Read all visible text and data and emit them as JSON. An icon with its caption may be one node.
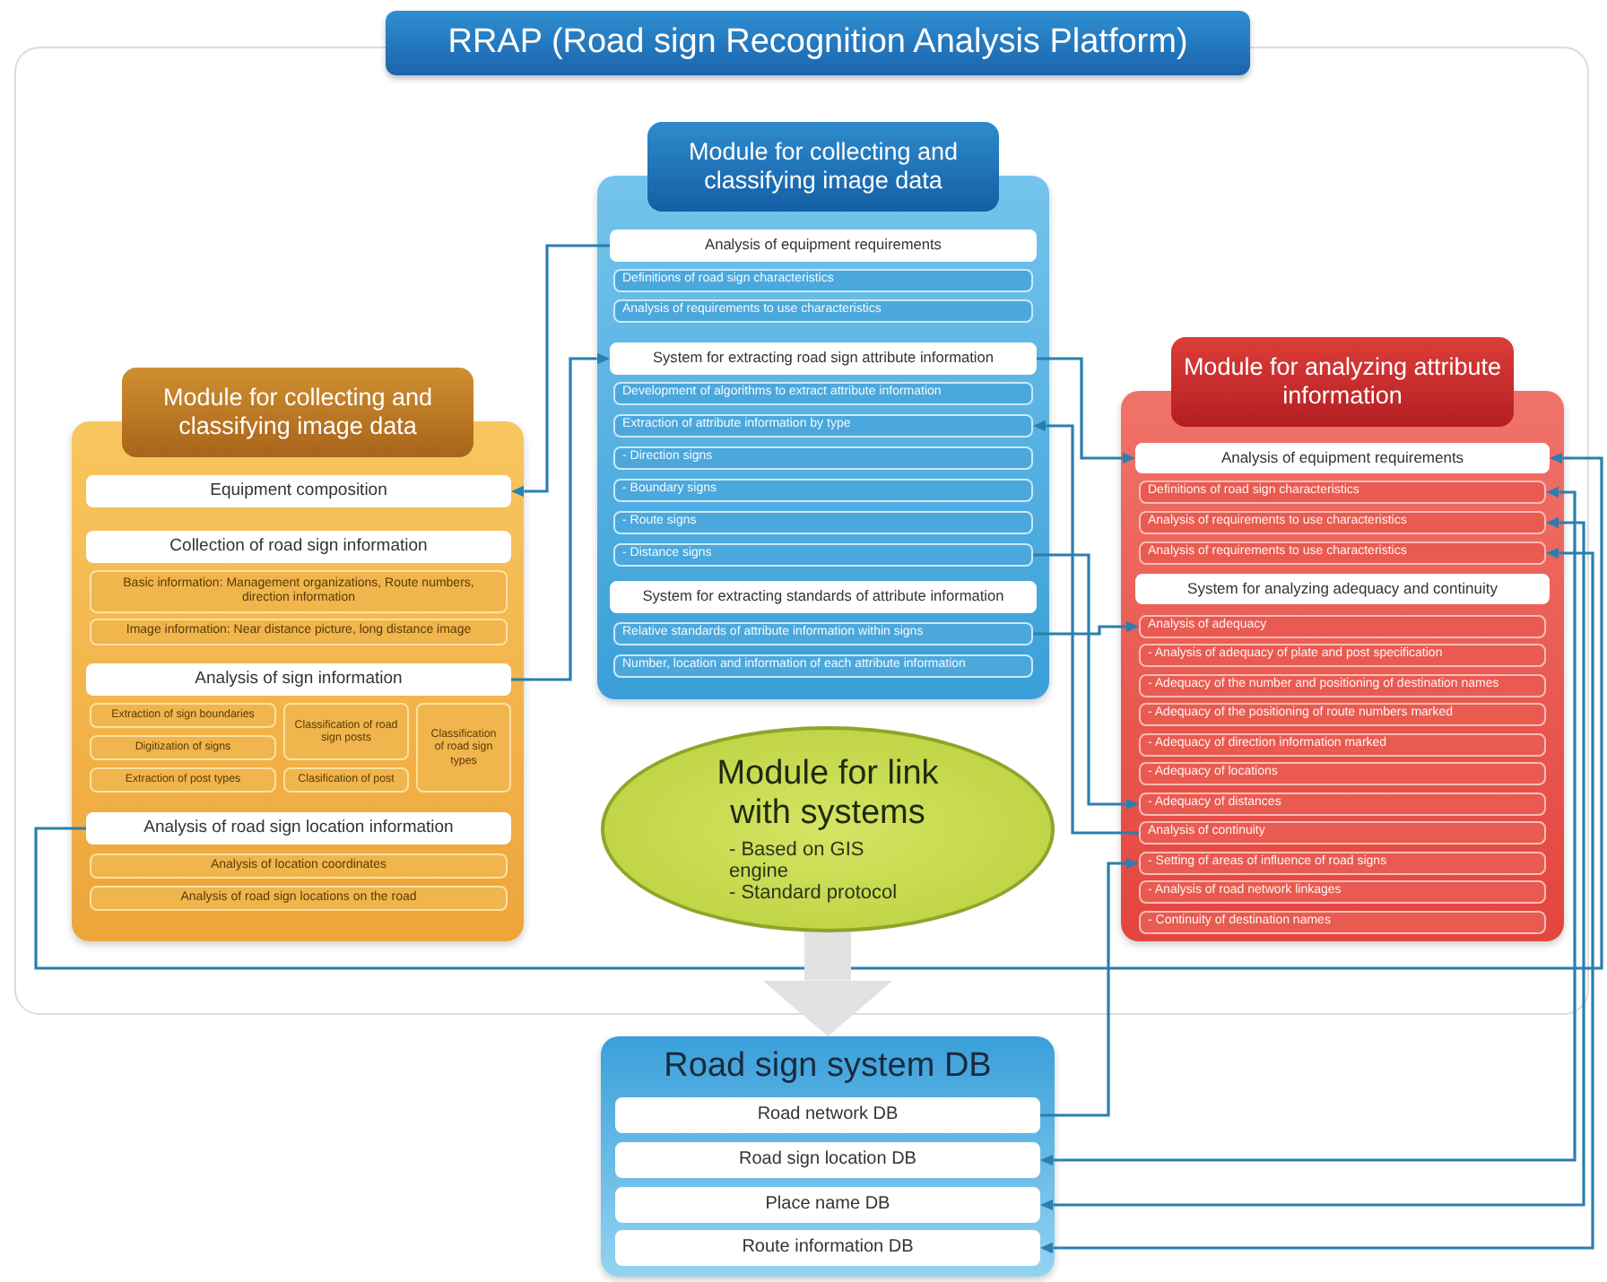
{
  "diagram": {
    "title": "RRAP (Road sign Recognition Analysis Platform)",
    "nodes": [
      {
        "text": [
          "Module for collecting and classifying image data"
        ]
      },
      {
        "text": [
          "Equipment composition"
        ],
        "in": 0
      },
      {
        "text": [
          "Collection of road sign information"
        ],
        "in": 0
      },
      {
        "text": [
          "Basic information: Management organizations, Route numbers, direction information"
        ],
        "in": 0
      },
      {
        "text": [
          "Image information: Near distance picture, long distance image"
        ],
        "in": 0
      },
      {
        "text": [
          "Analysis of sign information"
        ],
        "in": 0
      },
      {
        "text": [
          "Extraction of sign boundaries"
        ],
        "in": 0
      },
      {
        "text": [
          "Digitization of signs"
        ],
        "in": 0
      },
      {
        "text": [
          "Extraction of post types"
        ],
        "in": 0
      },
      {
        "text": [
          "Classification of road sign posts"
        ],
        "in": 0
      },
      {
        "text": [
          "Clasification of post"
        ],
        "in": 0
      },
      {
        "text": [
          "Classification of road sign types"
        ],
        "in": 0
      },
      {
        "text": [
          "Analysis of road sign location information"
        ],
        "in": 0
      },
      {
        "text": [
          "Analysis of location coordinates"
        ],
        "in": 0
      },
      {
        "text": [
          "Analysis of road sign locations on the road"
        ],
        "in": 0
      },
      {
        "text": [
          "Module for collecting and classifying image data"
        ]
      },
      {
        "text": [
          "Analysis of equipment requirements"
        ],
        "in": 15
      },
      {
        "text": [
          "Definitions of road sign characteristics"
        ],
        "in": 15
      },
      {
        "text": [
          "Analysis of requirements to use characteristics"
        ],
        "in": 15
      },
      {
        "text": [
          "System for extracting road sign attribute information"
        ],
        "in": 15
      },
      {
        "text": [
          "Development of algorithms to extract attribute information"
        ],
        "in": 15
      },
      {
        "text": [
          "Extraction of attribute information by type"
        ],
        "in": 15
      },
      {
        "text": [
          "- Direction signs"
        ],
        "in": 15
      },
      {
        "text": [
          "- Boundary signs"
        ],
        "in": 15
      },
      {
        "text": [
          "- Route signs"
        ],
        "in": 15
      },
      {
        "text": [
          "- Distance signs"
        ],
        "in": 15
      },
      {
        "text": [
          "System for extracting standards of attribute information"
        ],
        "in": 15
      },
      {
        "text": [
          "Relative standards of attribute information within signs"
        ],
        "in": 15
      },
      {
        "text": [
          "Number, location and information of each attribute information"
        ],
        "in": 15
      },
      {
        "text": [
          "Module for analyzing attribute information"
        ]
      },
      {
        "text": [
          "Analysis of equipment requirements"
        ],
        "in": 29
      },
      {
        "text": [
          "Definitions of road sign characteristics"
        ],
        "in": 29
      },
      {
        "text": [
          "Analysis of requirements to use characteristics"
        ],
        "in": 29
      },
      {
        "text": [
          "Analysis of requirements to use characteristics"
        ],
        "in": 29
      },
      {
        "text": [
          "System for analyzing adequacy and continuity"
        ],
        "in": 29
      },
      {
        "text": [
          "Analysis of adequacy"
        ],
        "in": 29
      },
      {
        "text": [
          "- Analysis of adequacy of plate and post specification"
        ],
        "in": 29
      },
      {
        "text": [
          "- Adequacy of the number and positioning of destination names"
        ],
        "in": 29
      },
      {
        "text": [
          "- Adequacy of the positioning of route numbers marked"
        ],
        "in": 29
      },
      {
        "text": [
          "- Adequacy of direction information marked"
        ],
        "in": 29
      },
      {
        "text": [
          "- Adequacy of locations"
        ],
        "in": 29
      },
      {
        "text": [
          "- Adequacy of distances"
        ],
        "in": 29
      },
      {
        "text": [
          "Analysis of continuity"
        ],
        "in": 29
      },
      {
        "text": [
          "- Setting of areas of influence of road signs"
        ],
        "in": 29
      },
      {
        "text": [
          "- Analysis of road network linkages"
        ],
        "in": 29
      },
      {
        "text": [
          "- Continuity of destination names"
        ],
        "in": 29
      },
      {
        "text": [
          "Module for link with systems",
          "- Based on GIS engine",
          "- Standard protocol"
        ]
      },
      {
        "text": [
          "Road sign system DB"
        ]
      },
      {
        "text": [
          "Road network DB"
        ],
        "in": 47
      },
      {
        "text": [
          "Road sign location DB"
        ],
        "in": 47
      },
      {
        "text": [
          "Place name DB"
        ],
        "in": 47
      },
      {
        "text": [
          "Route information DB"
        ],
        "in": 47
      }
    ],
    "edges": [
      {
        "from": 16,
        "to": 1,
        "arrow": "to"
      },
      {
        "from": 5,
        "to": 19,
        "arrow": "to"
      },
      {
        "from": 19,
        "to": 30,
        "arrow": "to"
      },
      {
        "from": 42,
        "to": 21,
        "arrow": "to"
      },
      {
        "from": 25,
        "to": 41,
        "arrow": "to"
      },
      {
        "from": 27,
        "to": 35,
        "arrow": "to"
      },
      {
        "from": 48,
        "to": 43,
        "arrow": "to"
      },
      {
        "from": 12,
        "to": 30,
        "arrow": "to"
      },
      {
        "from": 49,
        "to": 31,
        "arrow": "both"
      },
      {
        "from": 50,
        "to": 32,
        "arrow": "both"
      },
      {
        "from": 51,
        "to": 33,
        "arrow": "both"
      },
      {
        "from": 46,
        "to": 47,
        "arrow": "to",
        "style": "thick",
        "color": "#e2e2e2"
      }
    ]
  }
}
